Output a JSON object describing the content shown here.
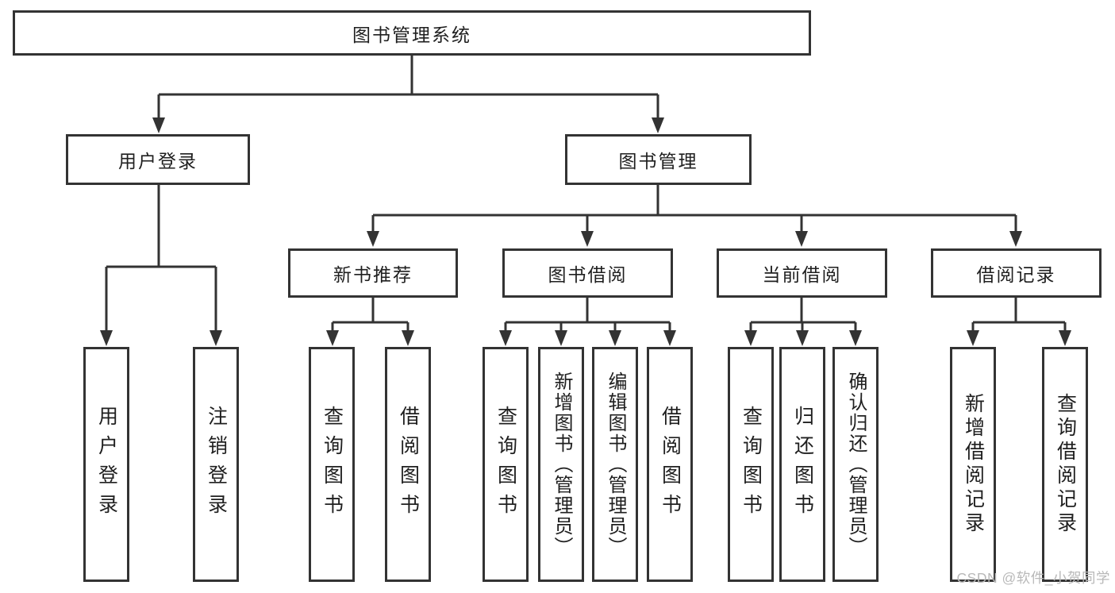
{
  "watermark": "CSDN @软件_小贺同学",
  "colors": {
    "line": "#333333",
    "text": "#1f1f1f",
    "background": "#ffffff",
    "watermark": "#b9b9b9"
  },
  "tree": {
    "root": {
      "label": "图书管理系统"
    },
    "branches": [
      {
        "label": "用户登录",
        "children": [
          {
            "label": "用户登录"
          },
          {
            "label": "注销登录"
          }
        ]
      },
      {
        "label": "图书管理",
        "sections": [
          {
            "label": "新书推荐",
            "children": [
              {
                "label": "查询图书"
              },
              {
                "label": "借阅图书"
              }
            ]
          },
          {
            "label": "图书借阅",
            "children": [
              {
                "label": "查询图书"
              },
              {
                "label": "新增图书（管理员）"
              },
              {
                "label": "编辑图书（管理员）"
              },
              {
                "label": "借阅图书"
              }
            ]
          },
          {
            "label": "当前借阅",
            "children": [
              {
                "label": "查询图书"
              },
              {
                "label": "归还图书"
              },
              {
                "label": "确认归还（管理员）"
              }
            ]
          },
          {
            "label": "借阅记录",
            "children": [
              {
                "label": "新增借阅记录"
              },
              {
                "label": "查询借阅记录"
              }
            ]
          }
        ]
      }
    ]
  }
}
